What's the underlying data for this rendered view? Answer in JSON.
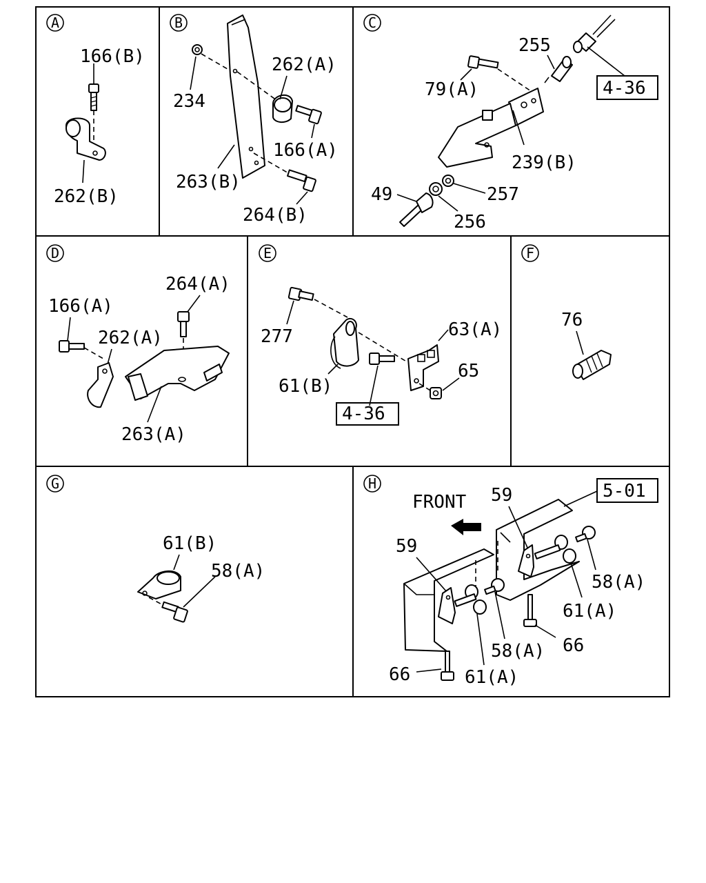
{
  "panels": {
    "A": {
      "letter": "A",
      "labels": [
        "166(B)",
        "262(B)"
      ]
    },
    "B": {
      "letter": "B",
      "labels": [
        "262(A)",
        "234",
        "166(A)",
        "263(B)",
        "264(B)"
      ]
    },
    "C": {
      "letter": "C",
      "labels": [
        "255",
        "79(A)",
        "4-36",
        "239(B)",
        "49",
        "257",
        "256"
      ]
    },
    "D": {
      "letter": "D",
      "labels": [
        "264(A)",
        "166(A)",
        "262(A)",
        "263(A)"
      ]
    },
    "E": {
      "letter": "E",
      "labels": [
        "277",
        "63(A)",
        "65",
        "61(B)",
        "4-36"
      ]
    },
    "F": {
      "letter": "F",
      "labels": [
        "76"
      ]
    },
    "G": {
      "letter": "G",
      "labels": [
        "61(B)",
        "58(A)"
      ]
    },
    "H": {
      "letter": "H",
      "labels": [
        "FRONT",
        "59",
        "5-01",
        "59",
        "58(A)",
        "61(A)",
        "58(A)",
        "66",
        "66",
        "61(A)"
      ]
    }
  }
}
